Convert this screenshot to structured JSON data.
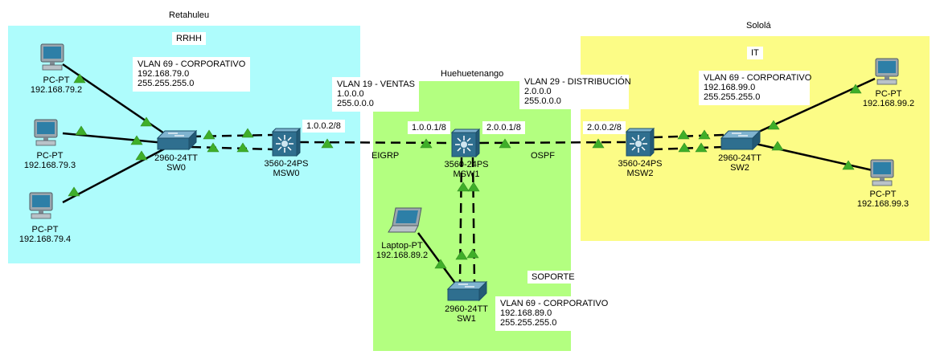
{
  "zones": {
    "retalhuleu": {
      "title": "Retahuleu",
      "color": "#aefcfc"
    },
    "huehuetenango": {
      "title": "Huehuetenango",
      "color": "#b3ff80"
    },
    "solola": {
      "title": "Sololá",
      "color": "#fcfc86"
    }
  },
  "area_labels": {
    "rrhh": "RRHH",
    "it": "IT",
    "soporte": "SOPORTE"
  },
  "notes": {
    "vlan69_rrhh": [
      "VLAN 69 - CORPORATIVO",
      "192.168.79.0",
      "255.255.255.0"
    ],
    "vlan19": [
      "VLAN 19 - VENTAS",
      "1.0.0.0",
      "255.0.0.0"
    ],
    "vlan29": [
      "VLAN 29 - DISTRIBUCIÓN",
      "2.0.0.0",
      "255.0.0.0"
    ],
    "vlan69_it": [
      "VLAN 69 - CORPORATIVO",
      "192.168.99.0",
      "255.255.255.0"
    ],
    "vlan69_soporte": [
      "VLAN 69 - CORPORATIVO",
      "192.168.89.0",
      "255.255.255.0"
    ]
  },
  "interfaces": {
    "msw0_if": "1.0.0.2/8",
    "msw1_if_left": "1.0.0.1/8",
    "msw1_if_right": "2.0.0.1/8",
    "msw2_if": "2.0.0.2/8"
  },
  "protocols": {
    "eigrp": "EIGRP",
    "ospf": "OSPF"
  },
  "devices": {
    "pc0": {
      "model": "PC-PT",
      "ip": "192.168.79.2"
    },
    "pc1": {
      "model": "PC-PT",
      "ip": "192.168.79.3"
    },
    "pc2": {
      "model": "PC-PT",
      "ip": "192.168.79.4"
    },
    "sw0": {
      "model": "2960-24TT",
      "name": "SW0"
    },
    "msw0": {
      "model": "3560-24PS",
      "name": "MSW0"
    },
    "msw1": {
      "model": "3560-24PS",
      "name": "MSW1"
    },
    "laptop": {
      "model": "Laptop-PT",
      "ip": "192.168.89.2"
    },
    "sw1": {
      "model": "2960-24TT",
      "name": "SW1"
    },
    "msw2": {
      "model": "3560-24PS",
      "name": "MSW2"
    },
    "sw2": {
      "model": "2960-24TT",
      "name": "SW2"
    },
    "pc3": {
      "model": "PC-PT",
      "ip": "192.168.99.2"
    },
    "pc4": {
      "model": "PC-PT",
      "ip": "192.168.99.3"
    }
  },
  "colors": {
    "link": "#000000",
    "link_up": "#3fae29",
    "switch": "#2f6f8f",
    "pc_screen": "#2d7fa7"
  }
}
